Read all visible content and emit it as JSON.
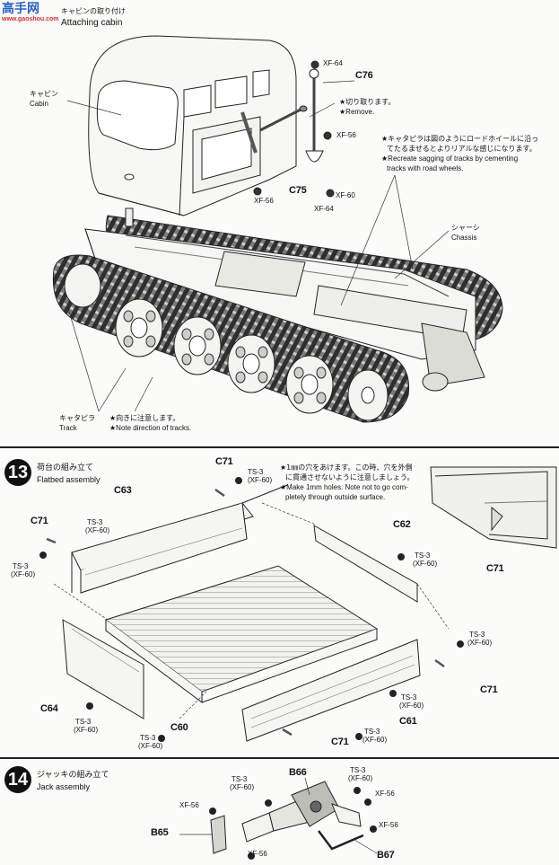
{
  "logo": {
    "brand": "高手网",
    "url": "www.gaoshou.com"
  },
  "step12": {
    "title_jp": "キャビンの取り付け",
    "title_en": "Attaching cabin",
    "cabin_jp": "キャビン",
    "cabin_en": "Cabin",
    "part_c76": "C76",
    "part_c75": "C75",
    "paint_xf64_a": "XF-64",
    "paint_xf56_a": "XF-56",
    "paint_xf56_b": "XF-56",
    "paint_xf60": "XF-60",
    "paint_xf64_b": "XF-64",
    "cut_jp": "★切り取ります。",
    "cut_en": "★Remove.",
    "sag_jp1": "★キャタピラは図のようにロードホイールに沿っ",
    "sag_jp2": "てたるませるとよりリアルな感じになります。",
    "sag_en1": "★Recreate sagging of tracks by cementing",
    "sag_en2": "tracks with road wheels.",
    "chassis_jp": "シャーシ",
    "chassis_en": "Chassis",
    "track_jp": "キャタピラ",
    "track_en": "Track",
    "dir_jp": "★向きに注意します。",
    "dir_en": "★Note direction of tracks."
  },
  "step13": {
    "number": "13",
    "title_jp": "荷台の組み立て",
    "title_en": "Flatbed assembly",
    "hole_jp1": "★1㎜の穴をあけます。この時、穴を外側",
    "hole_jp2": "に貫通させないように注意しましょう。",
    "hole_en1": "★Make 1mm holes. Note not to go com-",
    "hole_en2": "pletely through outside surface.",
    "c71_top": "C71",
    "c71_left": "C71",
    "c71_right": "C71",
    "c71_bottom": "C71",
    "c71_inset": "C71",
    "c63": "C63",
    "c62": "C62",
    "c64": "C64",
    "c60": "C60",
    "c61": "C61",
    "ts3": "TS-3",
    "xf60": "(XF-60)"
  },
  "step14": {
    "number": "14",
    "title_jp": "ジャッキの組み立て",
    "title_en": "Jack assembly",
    "b66": "B66",
    "b65": "B65",
    "b67": "B67",
    "ts3": "TS-3",
    "xf60": "(XF-60)",
    "xf56": "XF-56"
  }
}
